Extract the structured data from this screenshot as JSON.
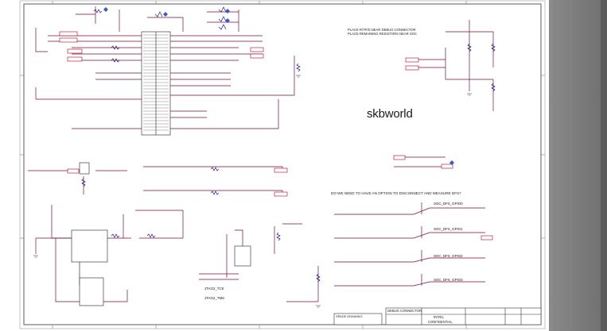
{
  "watermark": "skbworld",
  "sheet_title": "DEBUG CONNECTOR",
  "notes": {
    "top_note_line1": "PLACE R/TP/D NEAR DEBUG CONNECTOR",
    "top_note_line2": "PLACE REMAINING RESISTORS NEAR SOC",
    "dfs_note": "DO WE NEED TO HAVE AN OPTION TO DISCONNECT AND MEASURE DFS?"
  },
  "gpio_labels": [
    "SOC_DFS_GPIO0",
    "SOC_DFS_GPIO1",
    "SOC_DFS_GPIO2",
    "SOC_DFS_GPIO3"
  ],
  "jtag_labels": [
    "JTAG2_TCK",
    "JTAG2_TMS"
  ],
  "title_block": {
    "company": "INTEL",
    "confidentiality": "CONFIDENTIAL",
    "drawing_label": "SPADE DRAWING"
  },
  "colors": {
    "wire": "#7a0a3a",
    "net_label": "#b00020",
    "frame": "#333333"
  }
}
